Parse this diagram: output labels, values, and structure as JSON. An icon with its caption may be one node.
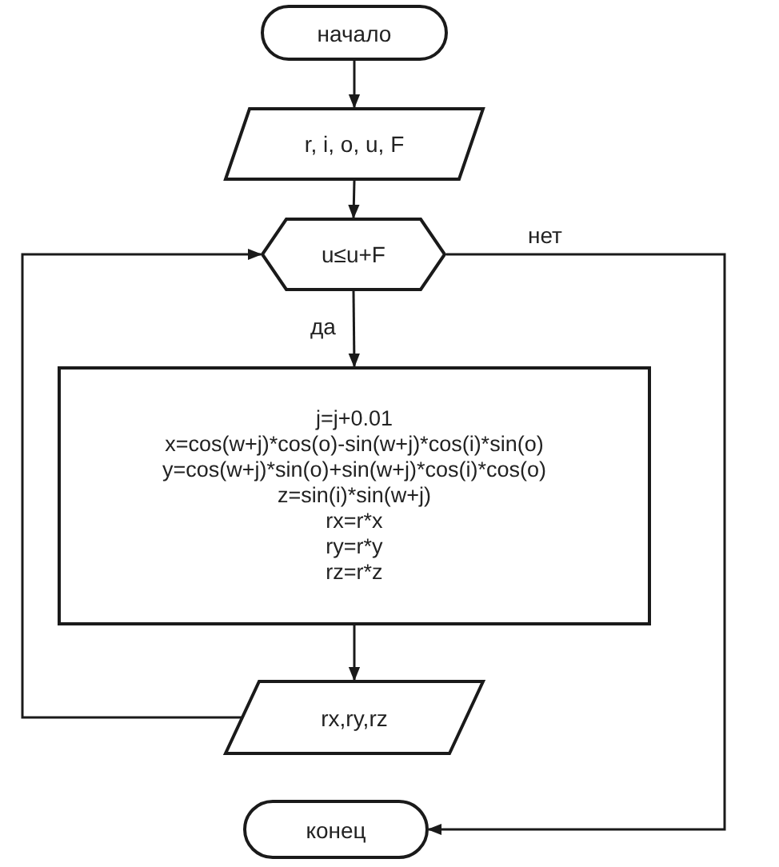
{
  "diagram": {
    "nodes": [
      {
        "text": [
          "начало"
        ]
      },
      {
        "text": [
          "r, i, o, u, F"
        ]
      },
      {
        "text": [
          "u≤u+F"
        ]
      },
      {
        "text": [
          "j=j+0.01",
          "x=cos(w+j)*cos(o)-sin(w+j)*cos(i)*sin(o)",
          "y=cos(w+j)*sin(o)+sin(w+j)*cos(i)*cos(o)",
          "z=sin(i)*sin(w+j)",
          "rx=r*x",
          "ry=r*y",
          "rz=r*z"
        ]
      },
      {
        "text": [
          "rx,ry,rz"
        ]
      },
      {
        "text": [
          "конец"
        ]
      }
    ],
    "edges": [
      {
        "from": 0,
        "to": 1,
        "arrow": "to"
      },
      {
        "from": 1,
        "to": 2,
        "arrow": "to"
      },
      {
        "from": 2,
        "to": 3,
        "arrow": "to",
        "label": "да"
      },
      {
        "from": 3,
        "to": 4,
        "arrow": "to"
      },
      {
        "from": 4,
        "to": 2,
        "arrow": "to"
      },
      {
        "from": 2,
        "to": 5,
        "arrow": "to",
        "label": "нет"
      }
    ]
  }
}
